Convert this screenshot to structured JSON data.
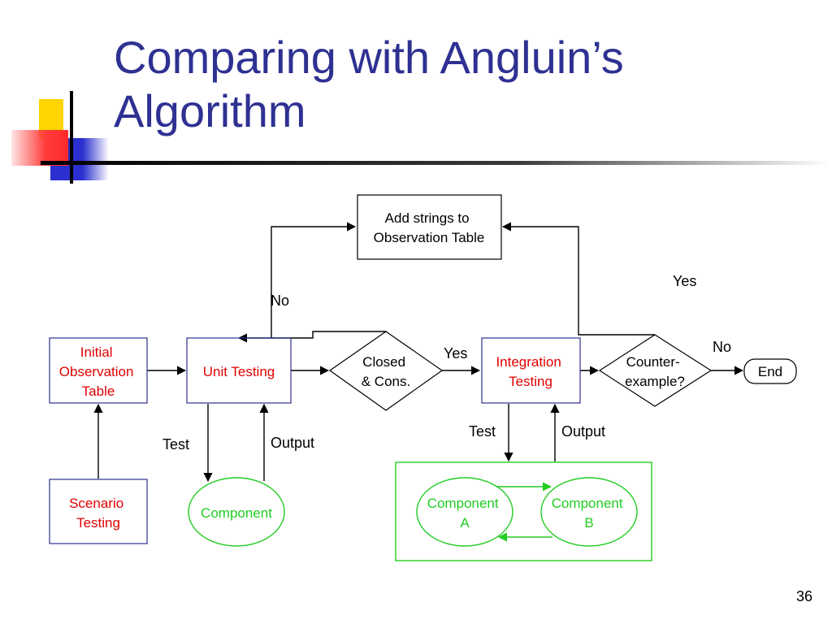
{
  "slide": {
    "title_lines": [
      "Comparing with Angluin’s",
      "Algorithm"
    ],
    "page_number": "36"
  },
  "colors": {
    "title": "#2e3192",
    "deco_yellow": "#ffd400",
    "deco_blue": "#2b2fcf",
    "deco_red": "#ff3b3b",
    "box_border": "#2e3192",
    "red_text": "#e00000",
    "green": "#22cc22",
    "black": "#000000"
  },
  "nodes": {
    "add_strings": [
      "Add strings to",
      "Observation Table"
    ],
    "initial_table": [
      "Initial",
      "Observation",
      "Table"
    ],
    "unit_testing": [
      "Unit Testing"
    ],
    "closed_cons": [
      "Closed",
      "& Cons."
    ],
    "integration_testing": [
      "Integration",
      "Testing"
    ],
    "counter_example": [
      "Counter-",
      "example?"
    ],
    "end": [
      "End"
    ],
    "scenario_testing": [
      "Scenario",
      "Testing"
    ],
    "component": [
      "Component"
    ],
    "component_a": [
      "Component",
      "A"
    ],
    "component_b": [
      "Component",
      "B"
    ]
  },
  "edge_labels": {
    "no_left": "No",
    "yes_top": "Yes",
    "yes_mid": "Yes",
    "no_right": "No",
    "test_left": "Test",
    "output_left": "Output",
    "test_right": "Test",
    "output_right": "Output"
  }
}
